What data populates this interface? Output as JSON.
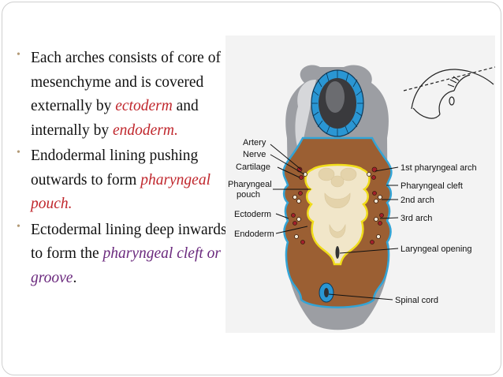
{
  "bullets": [
    {
      "parts": [
        "Each arches consists of core of mesenchyme and is covered externally by ",
        "ectoderm",
        " and internally by ",
        "endoderm."
      ]
    },
    {
      "parts": [
        "Endodermal lining pushing outwards to form ",
        "pharyngeal pouch."
      ]
    },
    {
      "parts": [
        "Ectodermal lining deep inwards to form the ",
        "pharyngeal cleft or groove",
        "."
      ]
    }
  ],
  "figure": {
    "labels_left": {
      "artery": "Artery",
      "nerve": "Nerve",
      "cartilage": "Cartilage",
      "pharyngeal_pouch_1": "Pharyngeal",
      "pharyngeal_pouch_2": "pouch",
      "ectoderm": "Ectoderm",
      "endoderm": "Endoderm"
    },
    "labels_right": {
      "first_arch": "1st pharyngeal arch",
      "pharyngeal_cleft": "Pharyngeal cleft",
      "second_arch": "2nd arch",
      "third_arch": "3rd arch",
      "laryngeal_opening": "Laryngeal opening",
      "spinal_cord": "Spinal cord"
    }
  },
  "colors": {
    "mesenchyme": "#9b5f33",
    "ectoderm_outline": "#33a4d6",
    "endoderm_outline": "#f0dc1a",
    "pharynx_floor": "#f1e6c9",
    "red_emphasis": "#c0272d",
    "purple_emphasis": "#6b2a7e"
  }
}
